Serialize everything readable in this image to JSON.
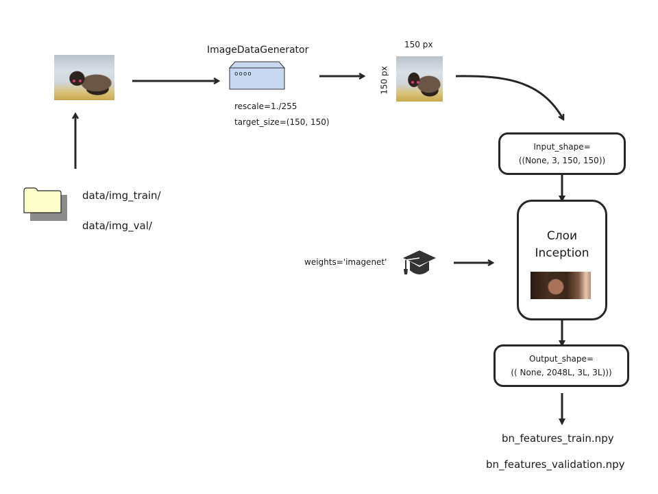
{
  "diagram": {
    "generator": {
      "title": "ImageDataGenerator",
      "params": [
        "rescale=1./255",
        "target_size=(150, 150)"
      ],
      "device_label": "oooo",
      "device_color": "#c6d9f1"
    },
    "resized_image": {
      "width_label": "150 px",
      "height_label": "150 px"
    },
    "source_folder": {
      "paths": [
        "data/img_train/",
        "data/img_val/"
      ],
      "folder_color": "#ffffcc"
    },
    "input_box": {
      "line1": "Input_shape=",
      "line2": "((None, 3, 150, 150))"
    },
    "inception_box": {
      "line1": "Слои",
      "line2": "Inception"
    },
    "weights": {
      "label": "weights='imagenet'",
      "icon": "graduation-cap-icon"
    },
    "output_box": {
      "line1": "Output_shape=",
      "line2": "(( None, 2048L, 3L, 3L)))"
    },
    "outputs": {
      "files": [
        "bn_features_train.npy",
        "bn_features_validation.npy"
      ]
    },
    "colors": {
      "stroke": "#262626",
      "text": "#1a1a1a"
    }
  }
}
